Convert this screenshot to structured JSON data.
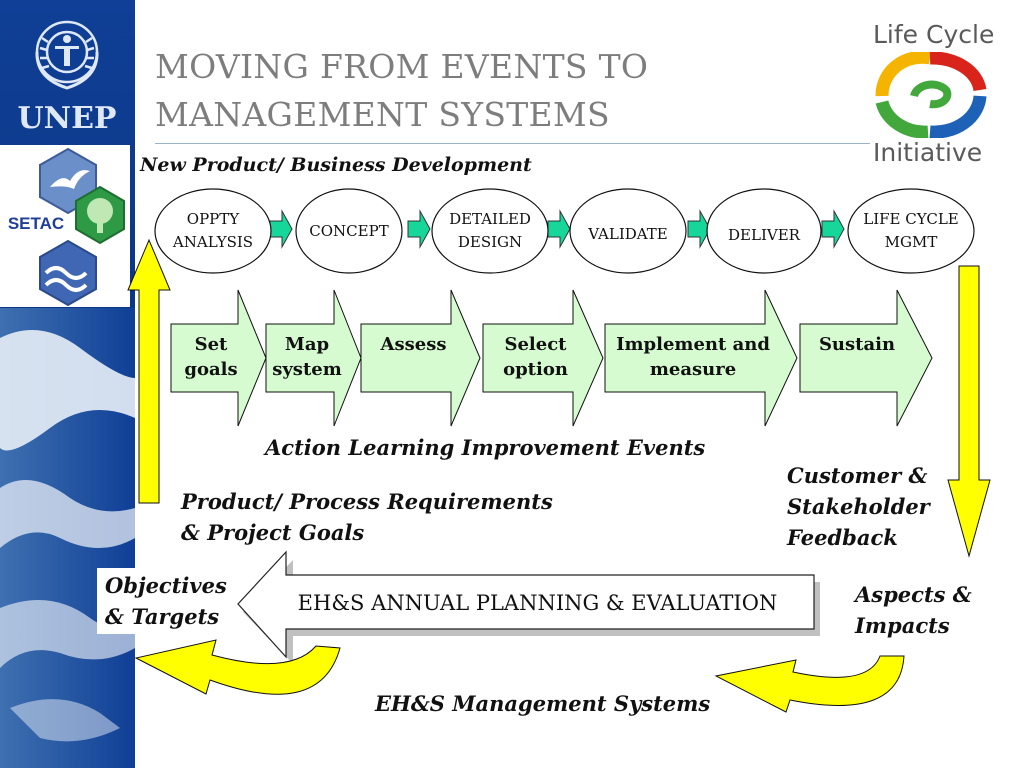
{
  "slide": {
    "title_line1": "MOVING FROM EVENTS TO",
    "title_line2": "MANAGEMENT SYSTEMS"
  },
  "logos": {
    "unep_text": "UNEP",
    "setac_text": "SETAC",
    "lci_line1": "Life Cycle",
    "lci_line2": "Initiative"
  },
  "diagram": {
    "top_label": "New Product/ Business Development",
    "stages": [
      {
        "line1": "OPPTY",
        "line2": "ANALYSIS"
      },
      {
        "line1": "CONCEPT",
        "line2": ""
      },
      {
        "line1": "DETAILED",
        "line2": "DESIGN"
      },
      {
        "line1": "VALIDATE",
        "line2": ""
      },
      {
        "line1": "DELIVER",
        "line2": ""
      },
      {
        "line1": "LIFE CYCLE",
        "line2": "MGMT"
      }
    ],
    "steps": [
      {
        "line1": "Set",
        "line2": "goals"
      },
      {
        "line1": "Map",
        "line2": "system"
      },
      {
        "line1": "Assess",
        "line2": ""
      },
      {
        "line1": "Select",
        "line2": "option"
      },
      {
        "line1": "Implement and",
        "line2": "measure"
      },
      {
        "line1": "Sustain",
        "line2": ""
      }
    ],
    "events_label": "Action Learning Improvement Events",
    "requirements_line1": "Product/ Process Requirements",
    "requirements_line2": "& Project Goals",
    "feedback_line1": "Customer &",
    "feedback_line2": "Stakeholder",
    "feedback_line3": "Feedback",
    "objectives_line1": "Objectives",
    "objectives_line2": "& Targets",
    "aspects_line1": "Aspects &",
    "aspects_line2": "Impacts",
    "planning_label": "EH&S ANNUAL PLANNING & EVALUATION",
    "systems_label": "EH&S Management Systems"
  },
  "colors": {
    "sidebar_blue": "#0f3f96",
    "step_green": "#d6fbd0",
    "connector_teal": "#16d69a",
    "yellow": "#ffff00",
    "title_gray": "#7d7d7d"
  }
}
